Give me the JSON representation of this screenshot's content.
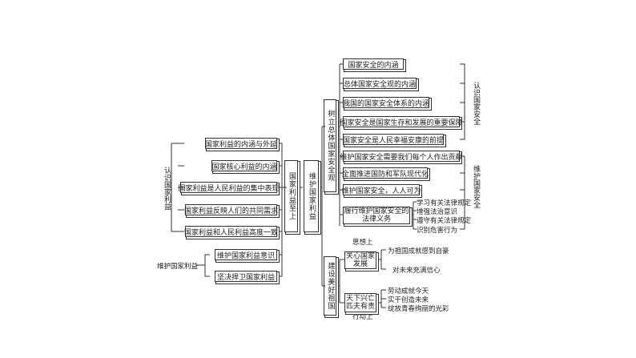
{
  "left": {
    "group1_label": "认识国家利益",
    "group1_items": [
      "国家利益的内涵与外延",
      "国家核心利益的内涵",
      "国家利益是人民利益的集中表现",
      "国家利益反映人们的共同需求",
      "国家利益和人民利益高度一致"
    ],
    "group2_label": "维护国家利益",
    "group2_items": [
      "维护国家利益意识",
      "坚决捍卫国家利益"
    ]
  },
  "center": {
    "root": "国家利益至上",
    "hub": "维护国家利益"
  },
  "branch1": {
    "label": "树立总体国家安全观",
    "items": [
      "国家安全的内涵",
      "总体国家安全观的内涵",
      "我国的国家安全体系的内涵",
      "国家安全是国家生存和发展的重要保障",
      "国家安全是人民幸福安康的前提"
    ],
    "side_label": "认识国家安全"
  },
  "branch2": {
    "items": [
      "维护国家安全需要我们每个人作出贡献",
      "全面推进国防和军队现代化",
      "维护国家安全，人人可为",
      "履行维护国家安全的法律义务"
    ],
    "sub_items": [
      "学习有关法律规定",
      "增强法治意识",
      "遵守有关法律规定",
      "识别危害行为"
    ],
    "side_label": "维护国家安全"
  },
  "branch3": {
    "label": "建设美好祖国",
    "top_label": "思想上",
    "bottom_label": "行动上",
    "node1": "关心国家发展",
    "node1_items": [
      "为祖国成就感到自豪",
      "对未来充满信心"
    ],
    "node2": "天下兴亡匹夫有责",
    "node2_items": [
      "劳动成就今天",
      "实干创造未来",
      "绽放青春绚丽的光彩"
    ]
  }
}
